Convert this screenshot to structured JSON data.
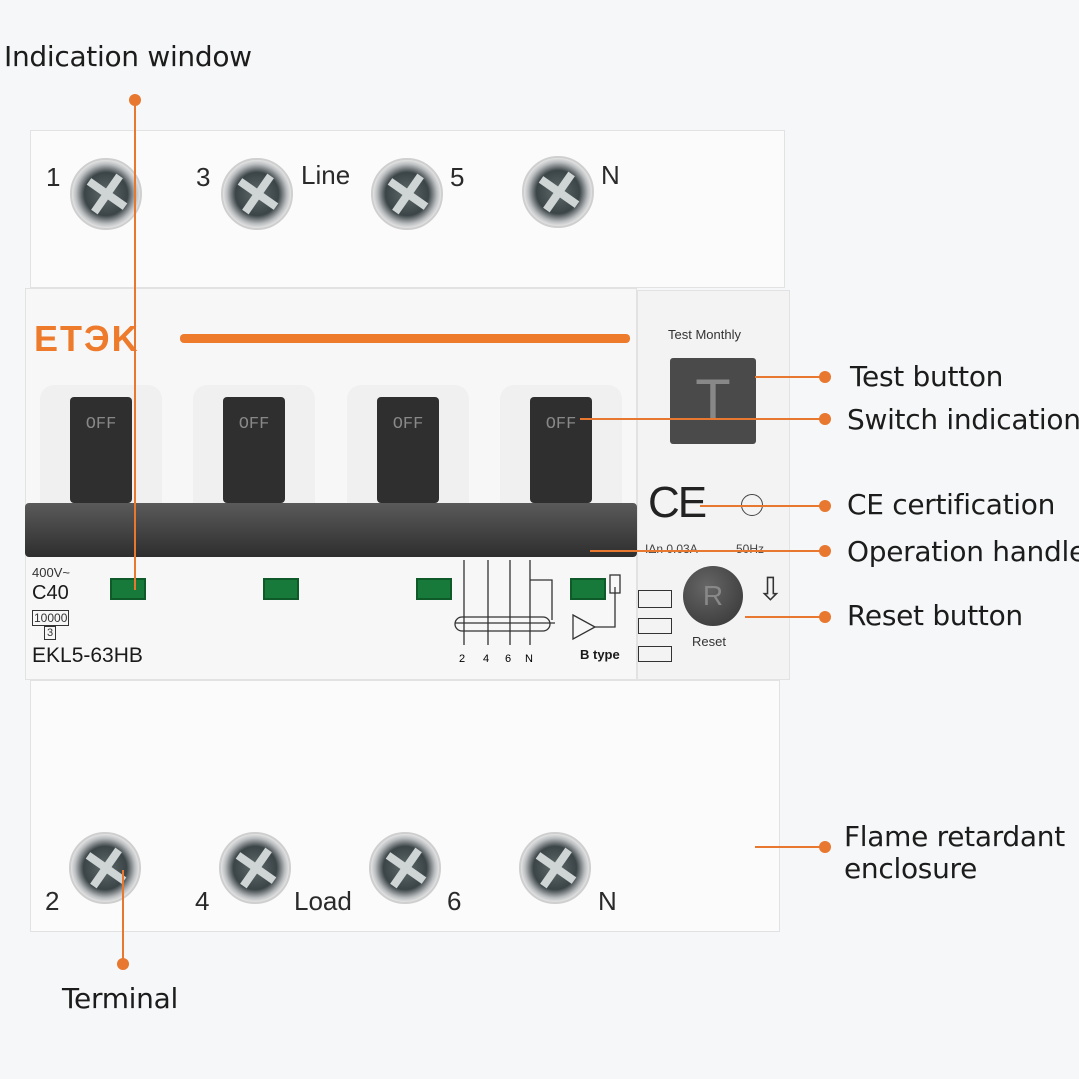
{
  "callouts": {
    "indication_window": "Indication window",
    "test_button": "Test button",
    "switch_indication": "Switch indication",
    "ce_certification": "CE certification",
    "operation_handle": "Operation handle",
    "reset_button": "Reset button",
    "flame_retardant_line1": "Flame retardant",
    "flame_retardant_line2": "enclosure",
    "terminal": "Terminal"
  },
  "device": {
    "brand": "ETЭK",
    "top_terminals": [
      "1",
      "3",
      "Line",
      "5",
      "N"
    ],
    "bottom_terminals": [
      "2",
      "4",
      "Load",
      "6",
      "N"
    ],
    "handle_state": "OFF",
    "voltage": "400V~",
    "rating": "C40",
    "breaking_capacity": "10000",
    "class": "3",
    "model": "EKL5-63HB",
    "test_label": "Test Monthly",
    "test_button_letter": "T",
    "reset_button_letter": "R",
    "reset_label": "Reset",
    "ce_mark": "CE",
    "residual_current": "IΔn 0.03A",
    "frequency": "50Hz",
    "rcd_type": "B type",
    "diagram_labels": [
      "2",
      "4",
      "6",
      "N"
    ],
    "window_color": "#187a3a"
  },
  "colors": {
    "accent": "#e8782f",
    "brand": "#ee7a2c"
  }
}
